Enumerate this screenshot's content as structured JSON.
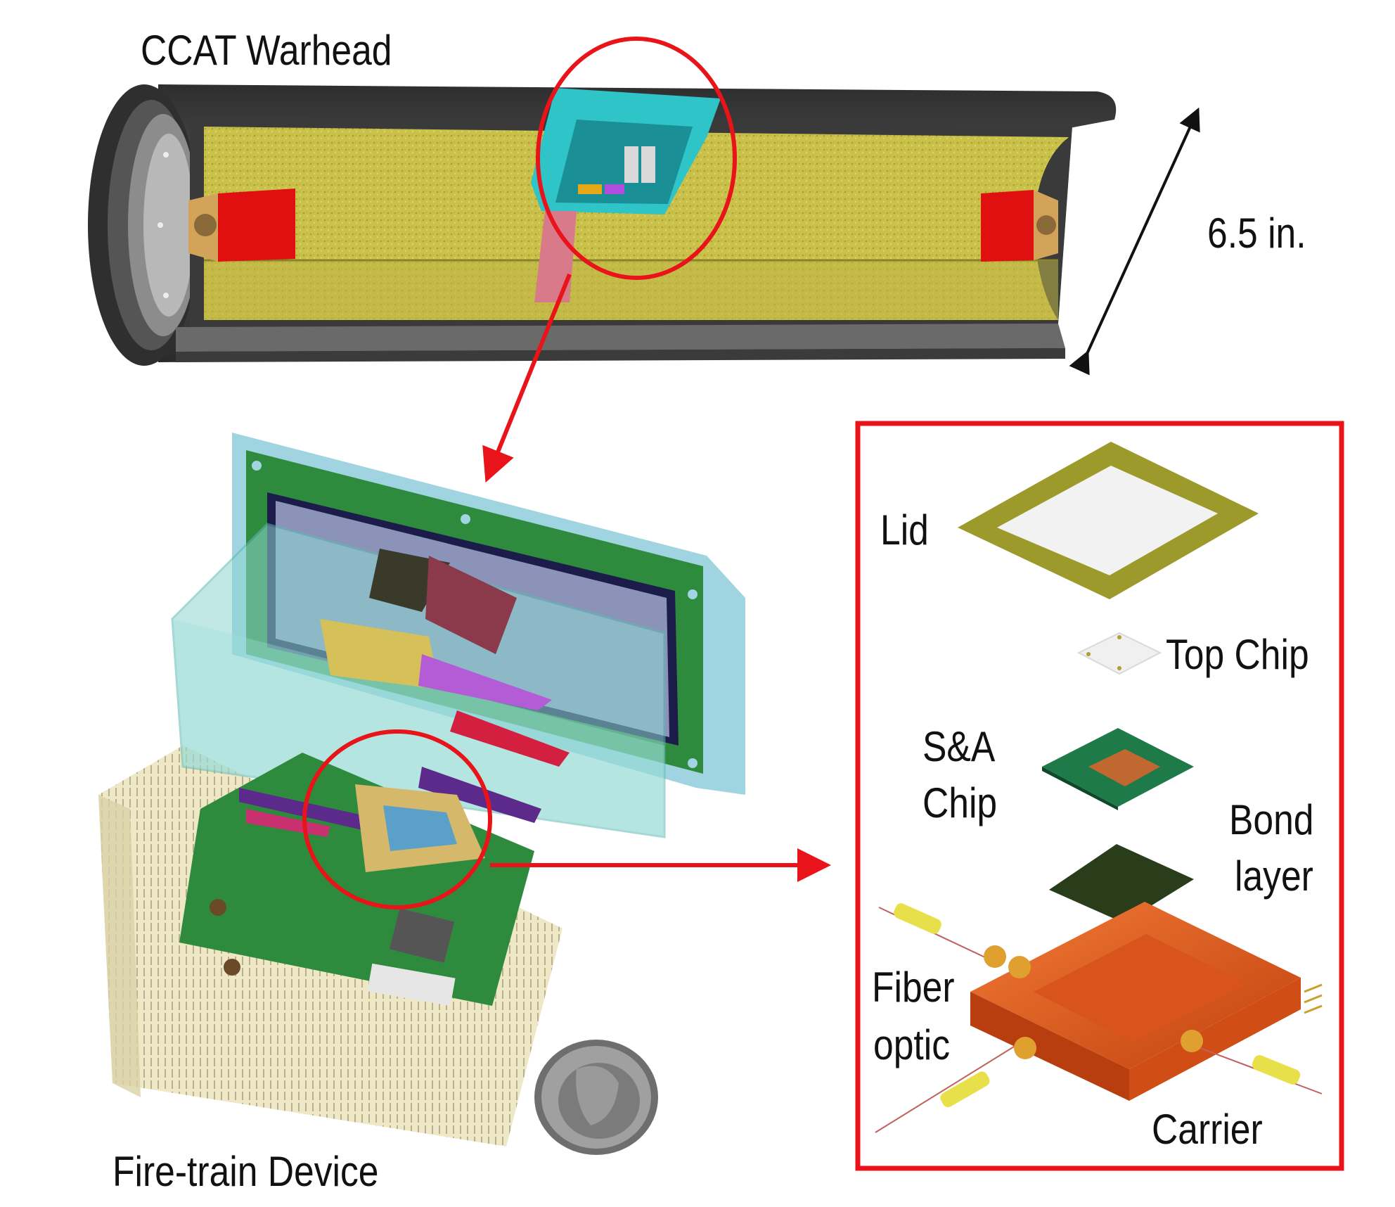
{
  "labels": {
    "warhead": "CCAT Warhead",
    "dimension": "6.5 in.",
    "device": "Fire-train Device",
    "lid": "Lid",
    "top_chip": "Top Chip",
    "sa_chip_line1": "S&A",
    "sa_chip_line2": "Chip",
    "bond_line1": "Bond",
    "bond_line2": "layer",
    "fiber_line1": "Fiber",
    "fiber_line2": "optic",
    "carrier": "Carrier"
  },
  "colors": {
    "callout_red": "#e8141a",
    "explosive_fill": "#c8c34a",
    "casing_gray": "#4a4a4a",
    "lid_olive": "#9c9a2a",
    "carrier_orange": "#e2561c",
    "housing_cyan": "#2fc4c8",
    "pcb_green": "#2e8b3e",
    "booster_red": "#e01010"
  },
  "icons": [
    "quarter-coin-icon",
    "dimension-arrow-icon"
  ]
}
